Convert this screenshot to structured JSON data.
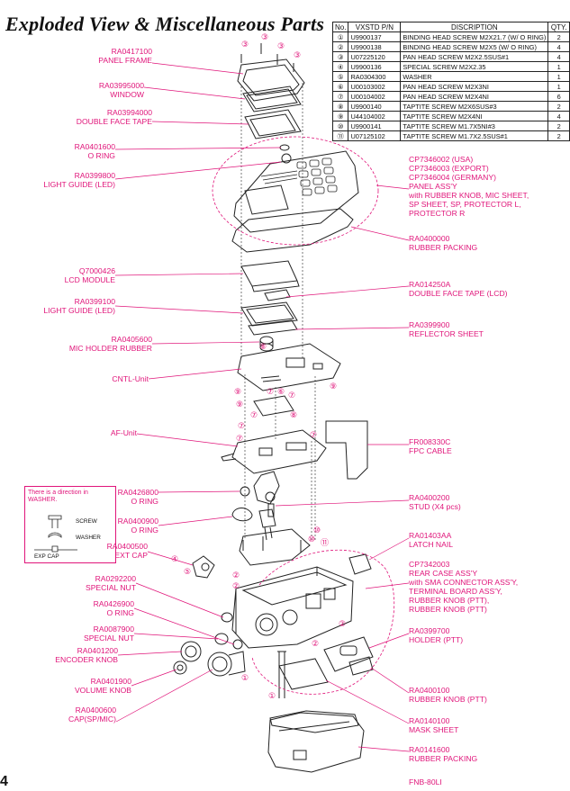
{
  "title": "Exploded View & Miscellaneous Parts",
  "page_number": "4",
  "parts_table": {
    "headers": {
      "no": "No.",
      "pn": "VXSTD P/N",
      "desc": "DISCRIPTION",
      "qty": "QTY."
    },
    "rows": [
      {
        "no": "①",
        "pn": "U9900137",
        "desc": "BINDING HEAD SCREW M2X21.7 (W/ O RING)",
        "qty": "2"
      },
      {
        "no": "②",
        "pn": "U9900138",
        "desc": "BINDING HEAD SCREW M2X5 (W/ O RING)",
        "qty": "4"
      },
      {
        "no": "③",
        "pn": "U07225120",
        "desc": "PAN HEAD SCREW M2X2.5SUS#1",
        "qty": "4"
      },
      {
        "no": "④",
        "pn": "U9900136",
        "desc": "SPECIAL SCREW M2X2.35",
        "qty": "1"
      },
      {
        "no": "⑤",
        "pn": "RA0304300",
        "desc": "WASHER",
        "qty": "1"
      },
      {
        "no": "⑥",
        "pn": "U00103002",
        "desc": "PAN HEAD SCREW M2X3NI",
        "qty": "1"
      },
      {
        "no": "⑦",
        "pn": "U00104002",
        "desc": "PAN HEAD SCREW M2X4NI",
        "qty": "6"
      },
      {
        "no": "⑧",
        "pn": "U9900140",
        "desc": "TAPTITE SCREW M2X6SUS#3",
        "qty": "2"
      },
      {
        "no": "⑨",
        "pn": "U44104002",
        "desc": "TAPTITE SCREW M2X4NI",
        "qty": "4"
      },
      {
        "no": "⑩",
        "pn": "U9900141",
        "desc": "TAPTITE SCREW M1.7X5NI#3",
        "qty": "2"
      },
      {
        "no": "⑪",
        "pn": "U07125102",
        "desc": "TAPTITE SCREW M1.7X2.5SUS#1",
        "qty": "2"
      }
    ]
  },
  "left_labels": [
    [
      "RA0417100",
      "PANEL FRAME"
    ],
    [
      "RA03995000",
      "WINDOW"
    ],
    [
      "RA03994000",
      "DOUBLE FACE TAPE"
    ],
    [
      "RA0401600",
      "O RING"
    ],
    [
      "RA0399800",
      "LIGHT GUIDE (LED)"
    ],
    [
      "Q7000426",
      "LCD MODULE"
    ],
    [
      "RA0399100",
      "LIGHT GUIDE (LED)"
    ],
    [
      "RA0405600",
      "MIC HOLDER RUBBER"
    ],
    [
      "CNTL-Unit"
    ],
    [
      "AF-Unit"
    ],
    [
      "RA0426800",
      "O RING"
    ],
    [
      "RA0400900",
      "O RING"
    ],
    [
      "RA0400500",
      "EXT CAP"
    ],
    [
      "RA0292200",
      "SPECIAL NUT"
    ],
    [
      "RA0426900",
      "O RING"
    ],
    [
      "RA0087900",
      "SPECIAL NUT"
    ],
    [
      "RA0401200",
      "ENCODER KNOB"
    ],
    [
      "RA0401900",
      "VOLUME KNOB"
    ],
    [
      "RA0400600",
      "CAP(SP/MIC)"
    ]
  ],
  "right_labels": [
    [
      "CP7346002 (USA)",
      "CP7346003 (EXPORT)",
      "CP7346004 (GERMANY)",
      "PANEL ASS'Y",
      "with RUBBER KNOB, MIC SHEET,",
      "SP SHEET, SP, PROTECTOR L,",
      "PROTECTOR R"
    ],
    [
      "RA0400000",
      "RUBBER PACKING"
    ],
    [
      "RA014250A",
      "DOUBLE FACE TAPE (LCD)"
    ],
    [
      "RA0399900",
      "REFLECTOR SHEET"
    ],
    [
      "FR008330C",
      "FPC CABLE"
    ],
    [
      "RA0400200",
      "STUD (X4 pcs)"
    ],
    [
      "RA01403AA",
      "LATCH NAIL"
    ],
    [
      "CP7342003",
      "REAR CASE ASS'Y",
      "with SMA CONNECTOR ASS'Y,",
      "TERMINAL BOARD ASS'Y,",
      "RUBBER KNOB (PTT),",
      "RUBBER KNOB (PTT)"
    ],
    [
      "RA0399700",
      "HOLDER (PTT)"
    ],
    [
      "RA0400100",
      "RUBBER KNOB (PTT)"
    ],
    [
      "RA0140100",
      "MASK SHEET"
    ],
    [
      "RA0141600",
      "RUBBER PACKING"
    ],
    [
      "FNB-80LI"
    ]
  ],
  "washer_note": {
    "lines": [
      "There is a direction in",
      "WASHER."
    ],
    "screw": "SCREW",
    "washer": "WASHER",
    "cap": "EXP CAP"
  },
  "callout_numbers": [
    "③",
    "③",
    "③",
    "③",
    "⑧",
    "⑨",
    "⑨",
    "⑨",
    "⑥",
    "⑦",
    "⑦",
    "⑦",
    "⑦",
    "⑦",
    "⑦",
    "⑧",
    "⑩",
    "⑩",
    "⑪",
    "④",
    "⑤",
    "②",
    "②",
    "②",
    "②",
    "①",
    "①"
  ],
  "colors": {
    "label": "#e0157a",
    "line": "#222222",
    "leader": "#e0157a"
  }
}
